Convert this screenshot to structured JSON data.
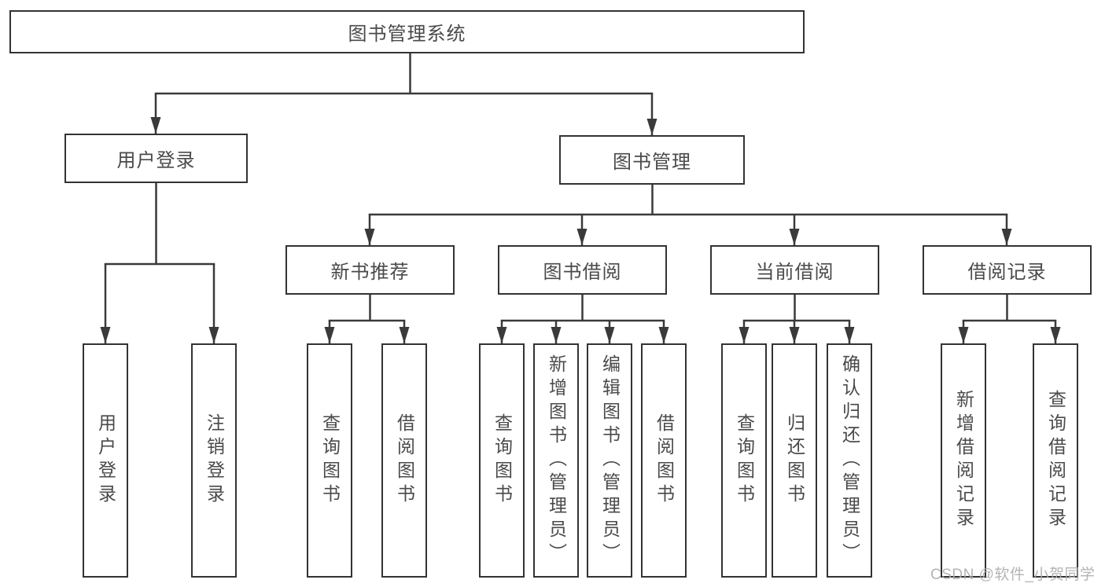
{
  "diagram": {
    "type": "hierarchy-tree",
    "colors": {
      "background": "#ffffff",
      "box_border": "#333333",
      "line": "#3a3a3a",
      "text": "#4a4a4a",
      "watermark": "#acacac"
    },
    "nodes": {
      "root": "图书管理系统",
      "user_login": "用户登录",
      "book_mgmt": "图书管理",
      "new_book_rec": "新书推荐",
      "book_borrow": "图书借阅",
      "current_borrow": "当前借阅",
      "borrow_record": "借阅记录",
      "leaf_user_login": "用户登录",
      "leaf_logout_login": "注销登录",
      "leaf_query_book_a": "查询图书",
      "leaf_borrow_book_a": "借阅图书",
      "leaf_query_book_b": "查询图书",
      "leaf_add_book": "新增图书（管理员）",
      "leaf_edit_book": "编辑图书（管理员）",
      "leaf_borrow_book_b": "借阅图书",
      "leaf_query_book_c": "查询图书",
      "leaf_return_book": "归还图书",
      "leaf_confirm_return": "确认归还（管理员）",
      "leaf_add_record": "新增借阅记录",
      "leaf_query_record": "查询借阅记录"
    },
    "edges": [
      "图书管理系统 -> 用户登录",
      "图书管理系统 -> 图书管理",
      "用户登录 -> 用户登录(叶), 注销登录",
      "图书管理 -> 新书推荐, 图书借阅, 当前借阅, 借阅记录",
      "新书推荐 -> 查询图书, 借阅图书",
      "图书借阅 -> 查询图书, 新增图书（管理员）, 编辑图书（管理员）, 借阅图书",
      "当前借阅 -> 查询图书, 归还图书, 确认归还（管理员）",
      "借阅记录 -> 新增借阅记录, 查询借阅记录"
    ]
  },
  "watermark": {
    "text": "CSDN @软件_小贺同学"
  }
}
